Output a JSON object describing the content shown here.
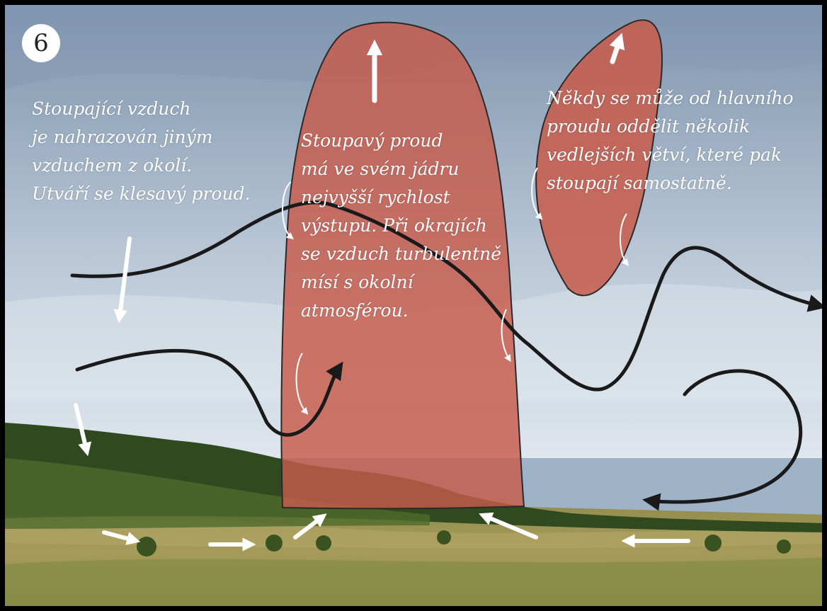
{
  "figure": {
    "number": "6",
    "texts": {
      "downdraft": "Stoupající vzduch\nje nahrazován jiným\nvzduchem z okolí.\nUtváří se klesavý proud.",
      "updraft": "Stoupavý proud\nmá ve svém jádru\nnejvyšší rychlost\nvýstupu. Při okrajích\nse vzduch turbulentně\nmísí s okolní\natmosférou.",
      "branches": "Někdy se může od hlavního\nproudu oddělit několik\nvedlejších větví, které pak\nstoupají samostatně."
    }
  },
  "colors": {
    "plume": "#c85a4a",
    "arrows": "#ffffff",
    "flow_lines": "#1a1a1a",
    "sky_top": "#7d93ad",
    "sky_bottom": "#dfe6ee",
    "forest": "#2f4a1f",
    "field": "#9a9250"
  }
}
